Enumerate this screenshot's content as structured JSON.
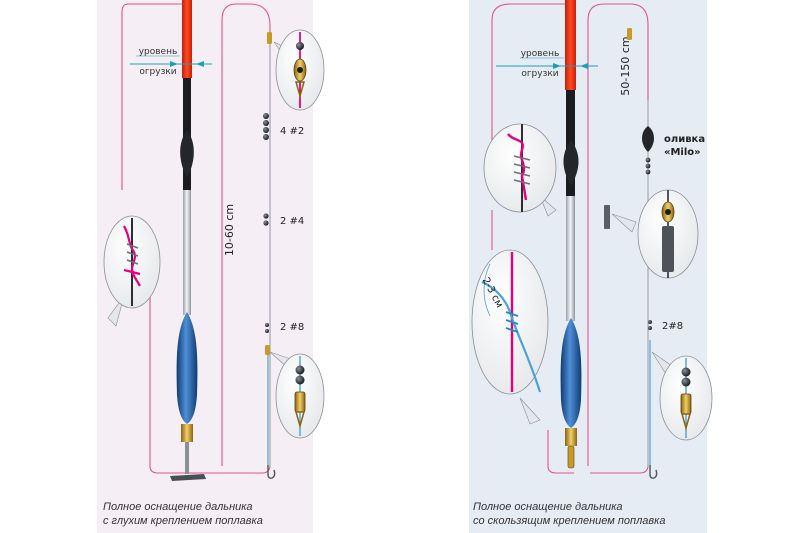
{
  "panels": [
    {
      "id": "left",
      "labels": {
        "level": [
          "уровень",
          "огрузки"
        ],
        "length": "10-60 cm",
        "shot_top": "4 #2",
        "shot_mid": "2 #4",
        "shot_low": "2 #8"
      },
      "caption": [
        "Полное оснащение дальника",
        "с глухим креплением поплавка"
      ]
    },
    {
      "id": "right",
      "labels": {
        "level": [
          "уровень",
          "огрузки"
        ],
        "length": "50-150 cm",
        "olive": [
          "оливка",
          "«Milo»"
        ],
        "distance": "2-3 см",
        "shot_low": "2#8"
      },
      "caption": [
        "Полное оснащение дальника",
        "со скользящим креплением поплавка"
      ]
    }
  ],
  "colors": {
    "left_bg": "#f5eef4",
    "right_bg": "#e6ecf3",
    "line_pink": "#e2548a",
    "antenna": "#e63312",
    "body_blue": "#1e5fa8",
    "knot_pink": "#e6007e",
    "leader_blue": "#4aa3d8"
  }
}
